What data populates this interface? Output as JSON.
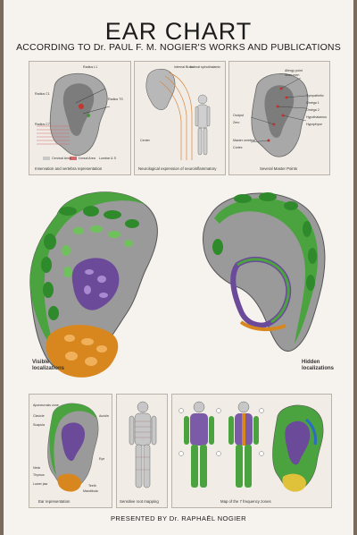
{
  "title": "EAR CHART",
  "subtitle": "ACCORDING TO Dr. PAUL F. M. NOGIER'S WORKS AND PUBLICATIONS",
  "top_panels": [
    {
      "caption": "Innervation and vertebra representation",
      "labels": [
        "Radius L1",
        "Radius C1",
        "Radius C7",
        "Radius TS",
        "Cervical Area",
        "Dorsal Area",
        "Lumbar & S"
      ]
    },
    {
      "caption": "Neurological expression of neuroinflammatory",
      "labels": [
        "Internal Brain",
        "Lateral spinothalamic",
        "Center"
      ]
    },
    {
      "caption": "Several Master Points",
      "labels": [
        "Allergy point",
        "Shen men",
        "Sympathetic",
        "Oméga 1",
        "Oméga 2",
        "Hypothalamus",
        "Hypophyse",
        "Occiput",
        "Zero",
        "Master cerebral",
        "Cortex"
      ]
    }
  ],
  "mid_labels": {
    "visible": [
      "Visible",
      "localizations"
    ],
    "hidden": [
      "Hidden",
      "localizations"
    ]
  },
  "bottom_panels": [
    {
      "caption": "Ear representation",
      "labels": [
        "Aponeurosis zone",
        "Clavicle",
        "Scapula",
        "Auricle",
        "Neck",
        "Thymus",
        "Eye",
        "Lower jaw",
        "Teeth",
        "Mandibula"
      ]
    },
    {
      "caption": "Sensitive root mapping",
      "labels": []
    },
    {
      "caption": "Map of the 7 frequency zones",
      "labels": []
    }
  ],
  "footer": "PRESENTED BY Dr. RAPHAËL NOGIER",
  "colors": {
    "green": "#3f9a3a",
    "green_dark": "#2c7a2a",
    "purple": "#6b4a9a",
    "orange": "#d8871f",
    "ear_grey": "#8f8f8f",
    "background": "#f6f3ee"
  }
}
